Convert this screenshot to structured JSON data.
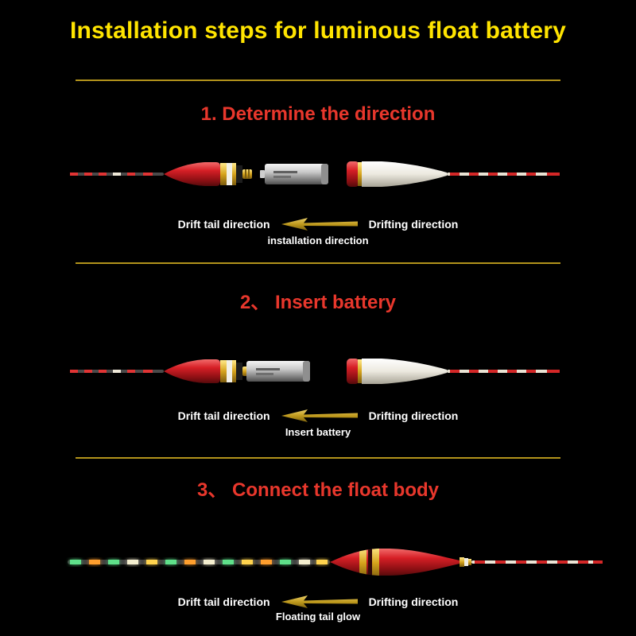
{
  "page": {
    "title": "Installation steps for luminous float battery"
  },
  "colors": {
    "background": "#000000",
    "title_text": "#ffe400",
    "step_heading_text": "#e8372c",
    "divider": "#b2931b",
    "label_text": "#ffffff",
    "arrow": "#c09a1d",
    "float_red": "#d61f26",
    "band_gold": "#d6a41c",
    "luminous_green": "#5fe08a",
    "luminous_orange": "#ff9f2e",
    "luminous_yellow": "#ffd34e"
  },
  "icons": {
    "direction_arrow": "left-pointing-arrow"
  },
  "steps": [
    {
      "heading": "1. Determine the direction",
      "left_label": "Drift tail direction",
      "right_label": "Drifting direction",
      "caption": "installation direction",
      "illustration_alt": "Drift tail, red float top, battery and white float body shown separated"
    },
    {
      "heading": "2、 Insert battery",
      "left_label": "Drift tail direction",
      "right_label": "Drifting direction",
      "caption": "Insert battery",
      "illustration_alt": "Battery being inserted into the red float top"
    },
    {
      "heading": "3、 Connect the float body",
      "left_label": "Drift tail direction",
      "right_label": "Drifting direction",
      "caption": "Floating tail glow",
      "illustration_alt": "Assembled float with glowing multicolored tail"
    }
  ]
}
